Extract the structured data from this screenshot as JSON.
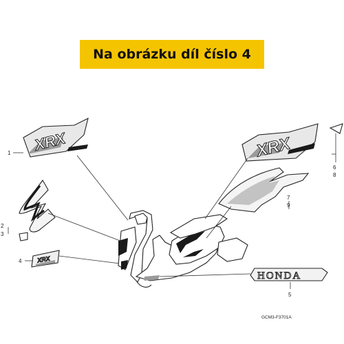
{
  "banner": {
    "text": "Na obrázku díl číslo 4"
  },
  "callouts": {
    "c1": "1",
    "c2": "2",
    "c3": "3",
    "c4": "4",
    "c5": "5",
    "c6": "6",
    "c7": "7",
    "c8": "8",
    "c9": "9"
  },
  "decals": {
    "logo_left_text": "XRX",
    "logo_right_text": "XRX",
    "small_emblem_text": "XRX",
    "honda_text": "HONDA"
  },
  "diagram_code": "GCM3-F3701A",
  "colors": {
    "banner": "#f5c400",
    "line": "#222222",
    "decal_dark": "#1a1a1a",
    "decal_gray": "#9a9a9a"
  }
}
